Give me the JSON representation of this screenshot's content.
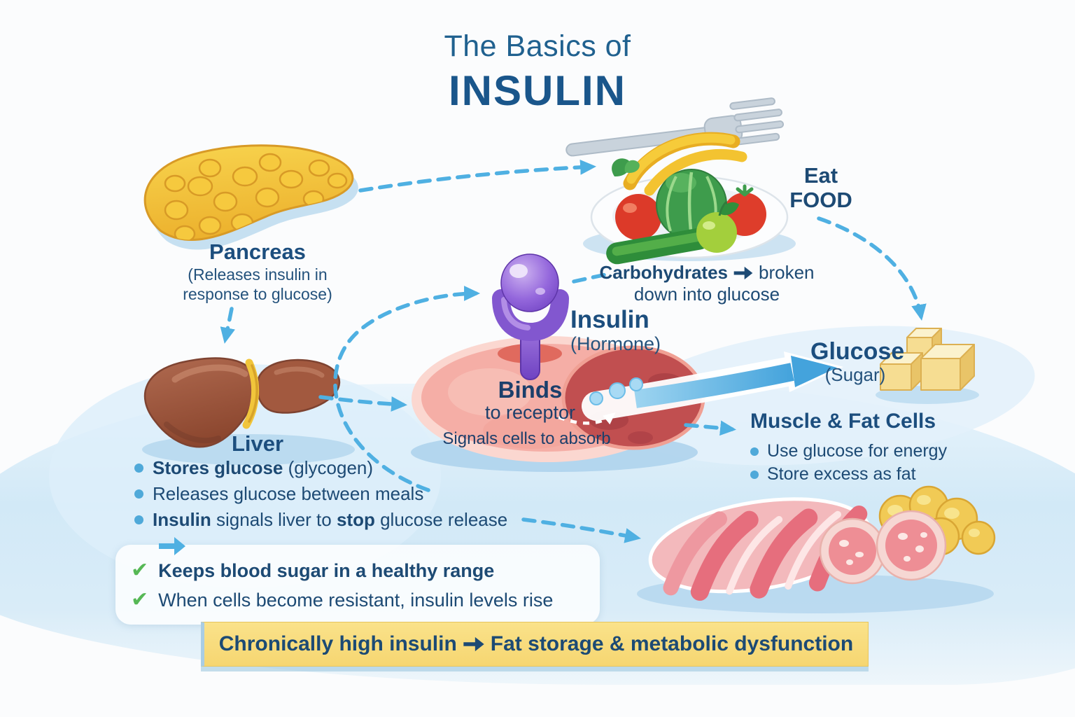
{
  "title": {
    "line1": "The Basics of",
    "line2": "INSULIN"
  },
  "pancreas": {
    "heading": "Pancreas",
    "subline1": "(Releases insulin in",
    "subline2": "response to glucose)"
  },
  "eat_food": {
    "line1": "Eat",
    "line2": "FOOD"
  },
  "carbohydrates": {
    "bold": "Carbohydrates",
    "line1_rest": "broken",
    "line2": "down into glucose"
  },
  "insulin": {
    "heading": "Insulin",
    "sub": "(Hormone)"
  },
  "cell": {
    "binds": "Binds",
    "to_receptor": "to receptor",
    "signals": "Signals cells to absorb"
  },
  "glucose": {
    "heading": "Glucose",
    "sub": "(Sugar)"
  },
  "muscle_fat": {
    "heading": "Muscle & Fat Cells",
    "bullet1": "Use glucose for energy",
    "bullet2": "Store excess as fat"
  },
  "liver": {
    "heading": "Liver",
    "bullet1_bold": "Stores glucose",
    "bullet1_rest": " (glycogen)",
    "bullet2": "Releases glucose between meals",
    "bullet3_bold1": "Insulin",
    "bullet3_rest1": " signals liver to ",
    "bullet3_bold2": "stop",
    "bullet3_rest2": " glucose release"
  },
  "benefits": {
    "check1": "Keeps blood sugar in a healthy range",
    "check2": "When cells become resistant, insulin levels rise"
  },
  "banner": {
    "pre": "Chronically high insulin",
    "post": "Fat storage & metabolic dysfunction"
  },
  "icons": {
    "check": "✔"
  },
  "colors": {
    "title_blue": "#1a568b",
    "body_navy": "#1d4a74",
    "arrow_blue": "#4fb0e2",
    "banner_yellow": "#f6d671",
    "check_green": "#56b855",
    "pancreas_yellow": "#f5c838",
    "liver_brown": "#9a5240",
    "cell_pink": "#f5aea6",
    "insulin_purple": "#8257cf"
  }
}
